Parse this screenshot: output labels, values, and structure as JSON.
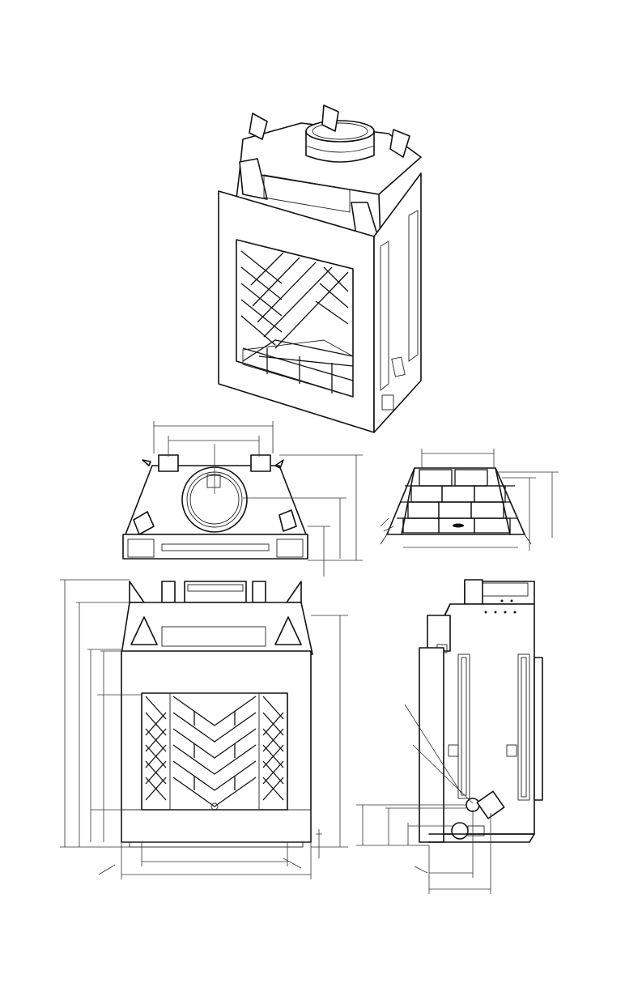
{
  "views": [
    {
      "id": "isometric-view"
    },
    {
      "id": "top-view"
    },
    {
      "id": "firebox-plan-view"
    },
    {
      "id": "front-view"
    },
    {
      "id": "side-view"
    }
  ],
  "colors": {
    "ink": "#111111",
    "paper": "#ffffff"
  }
}
